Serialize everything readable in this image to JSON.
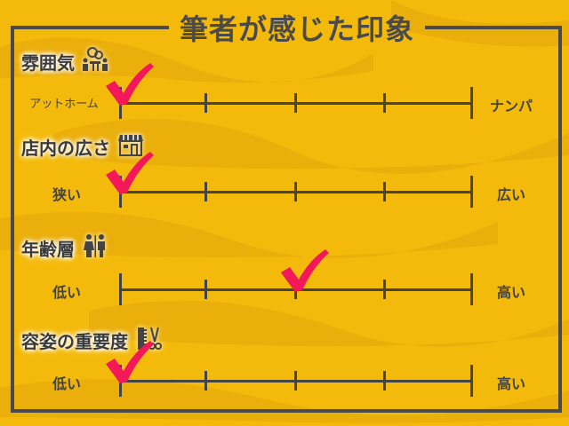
{
  "title": "筆者が感じた印象",
  "colors": {
    "background": "#f4ba0b",
    "stripe": "#e8ad0c",
    "line": "#444444",
    "check": "#f2185a"
  },
  "rows": [
    {
      "heading": "雰囲気",
      "icon": "meeting-people-icon",
      "left_label": "アットホーム",
      "right_label": "ナンパ",
      "value_index": 0,
      "steps": 5
    },
    {
      "heading": "店内の広さ",
      "icon": "storefront-icon",
      "left_label": "狭い",
      "right_label": "広い",
      "value_index": 0,
      "steps": 5
    },
    {
      "heading": "年齢層",
      "icon": "restroom-people-icon",
      "left_label": "低い",
      "right_label": "高い",
      "value_index": 2,
      "steps": 5
    },
    {
      "heading": "容姿の重要度",
      "icon": "beauty-tools-icon",
      "left_label": "低い",
      "right_label": "高い",
      "value_index": 0,
      "steps": 5
    }
  ]
}
